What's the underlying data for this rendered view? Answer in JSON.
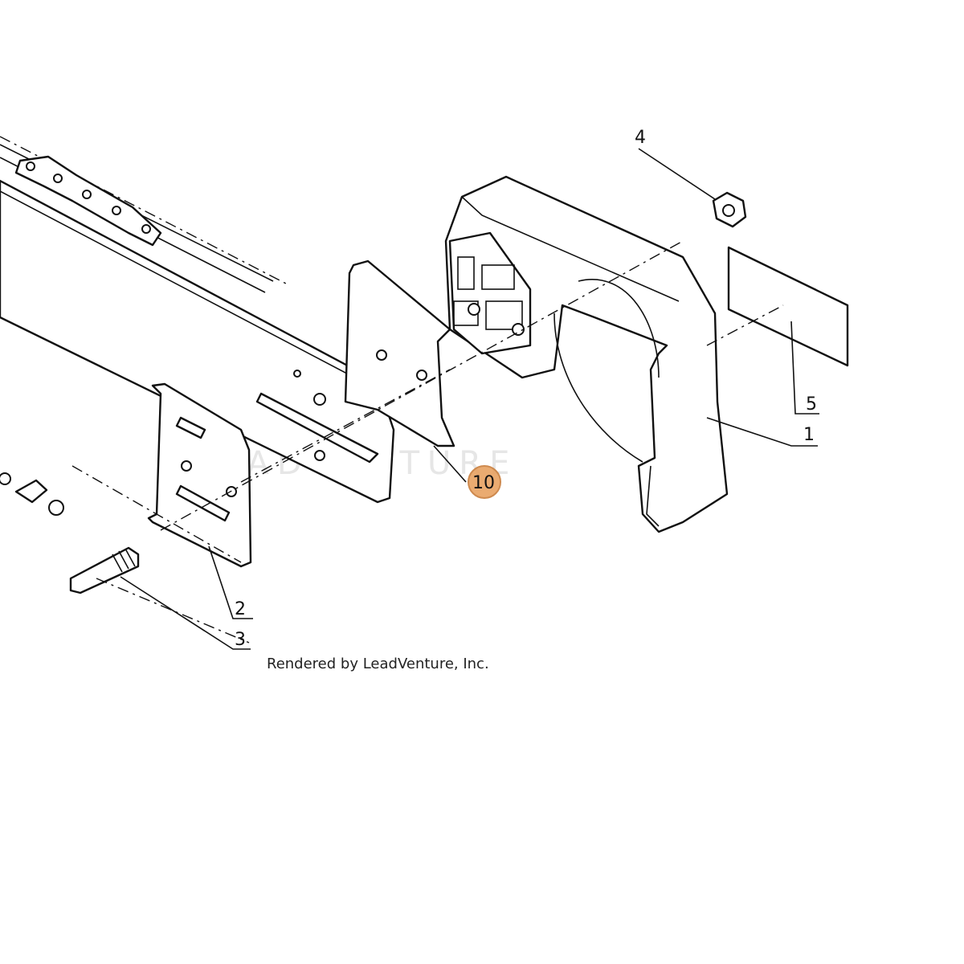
{
  "diagram": {
    "credit": "Rendered by LeadVenture, Inc.",
    "watermark": "LEADVENTURE",
    "highlight_color": "#e8a262",
    "callouts": [
      {
        "id": "1",
        "label": "1"
      },
      {
        "id": "2",
        "label": "2"
      },
      {
        "id": "3",
        "label": "3"
      },
      {
        "id": "4",
        "label": "4"
      },
      {
        "id": "5",
        "label": "5"
      },
      {
        "id": "10",
        "label": "10",
        "highlighted": true
      }
    ]
  }
}
